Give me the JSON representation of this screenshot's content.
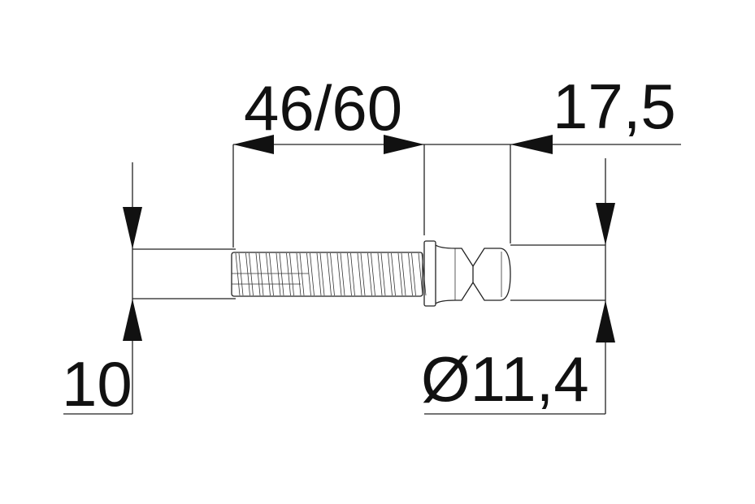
{
  "dimensions": {
    "thread_length": "46/60",
    "head_length": "17,5",
    "bore_diameter": "10",
    "head_diameter": "Ø11,4"
  },
  "colors": {
    "line": "#222222",
    "text": "#111111",
    "background": "#ffffff"
  }
}
